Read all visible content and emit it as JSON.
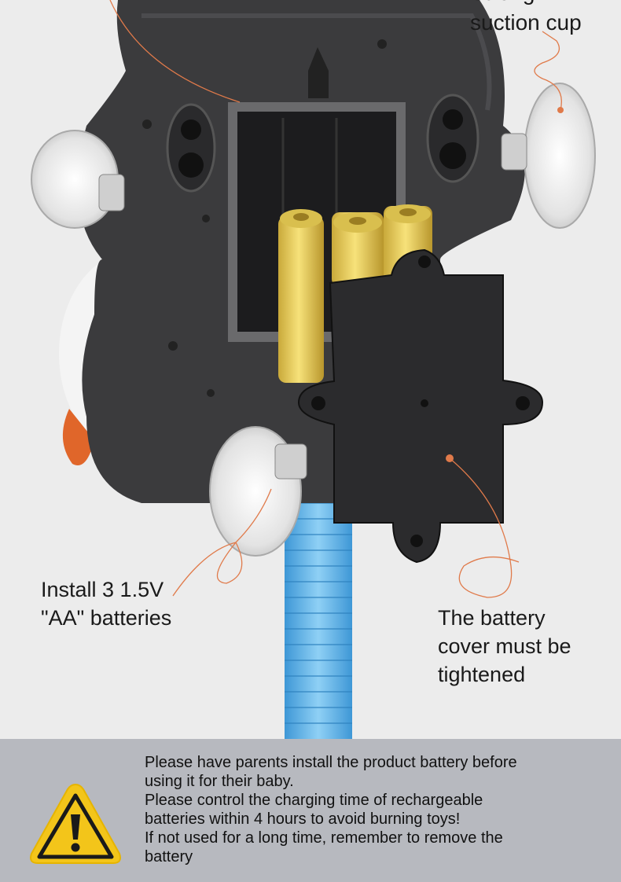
{
  "callouts": {
    "suction_line1": "Strong",
    "suction_line2": "suction cup",
    "install_line1": "Install 3 1.5V",
    "install_line2": "\"AA\" batteries",
    "cover_line1": "The battery",
    "cover_line2": "cover must be",
    "cover_line3": "tightened"
  },
  "notice": {
    "icon": "warning-triangle-icon",
    "lines": [
      "Please have parents install the product battery before",
      "using it for their baby.",
      "Please control the charging time of rechargeable",
      "batteries within 4 hours to avoid burning toys!",
      "If not used for a long time, remember to remove the",
      "battery"
    ]
  },
  "colors": {
    "background": "#ececec",
    "device_body": "#3a3a3c",
    "battery_yellow": "#e8cf5a",
    "hose_blue": "#6ab8ec",
    "callout_line": "#e07a4a",
    "notice_bar": "#b7b9bf",
    "warning_yellow": "#f3c51a"
  }
}
